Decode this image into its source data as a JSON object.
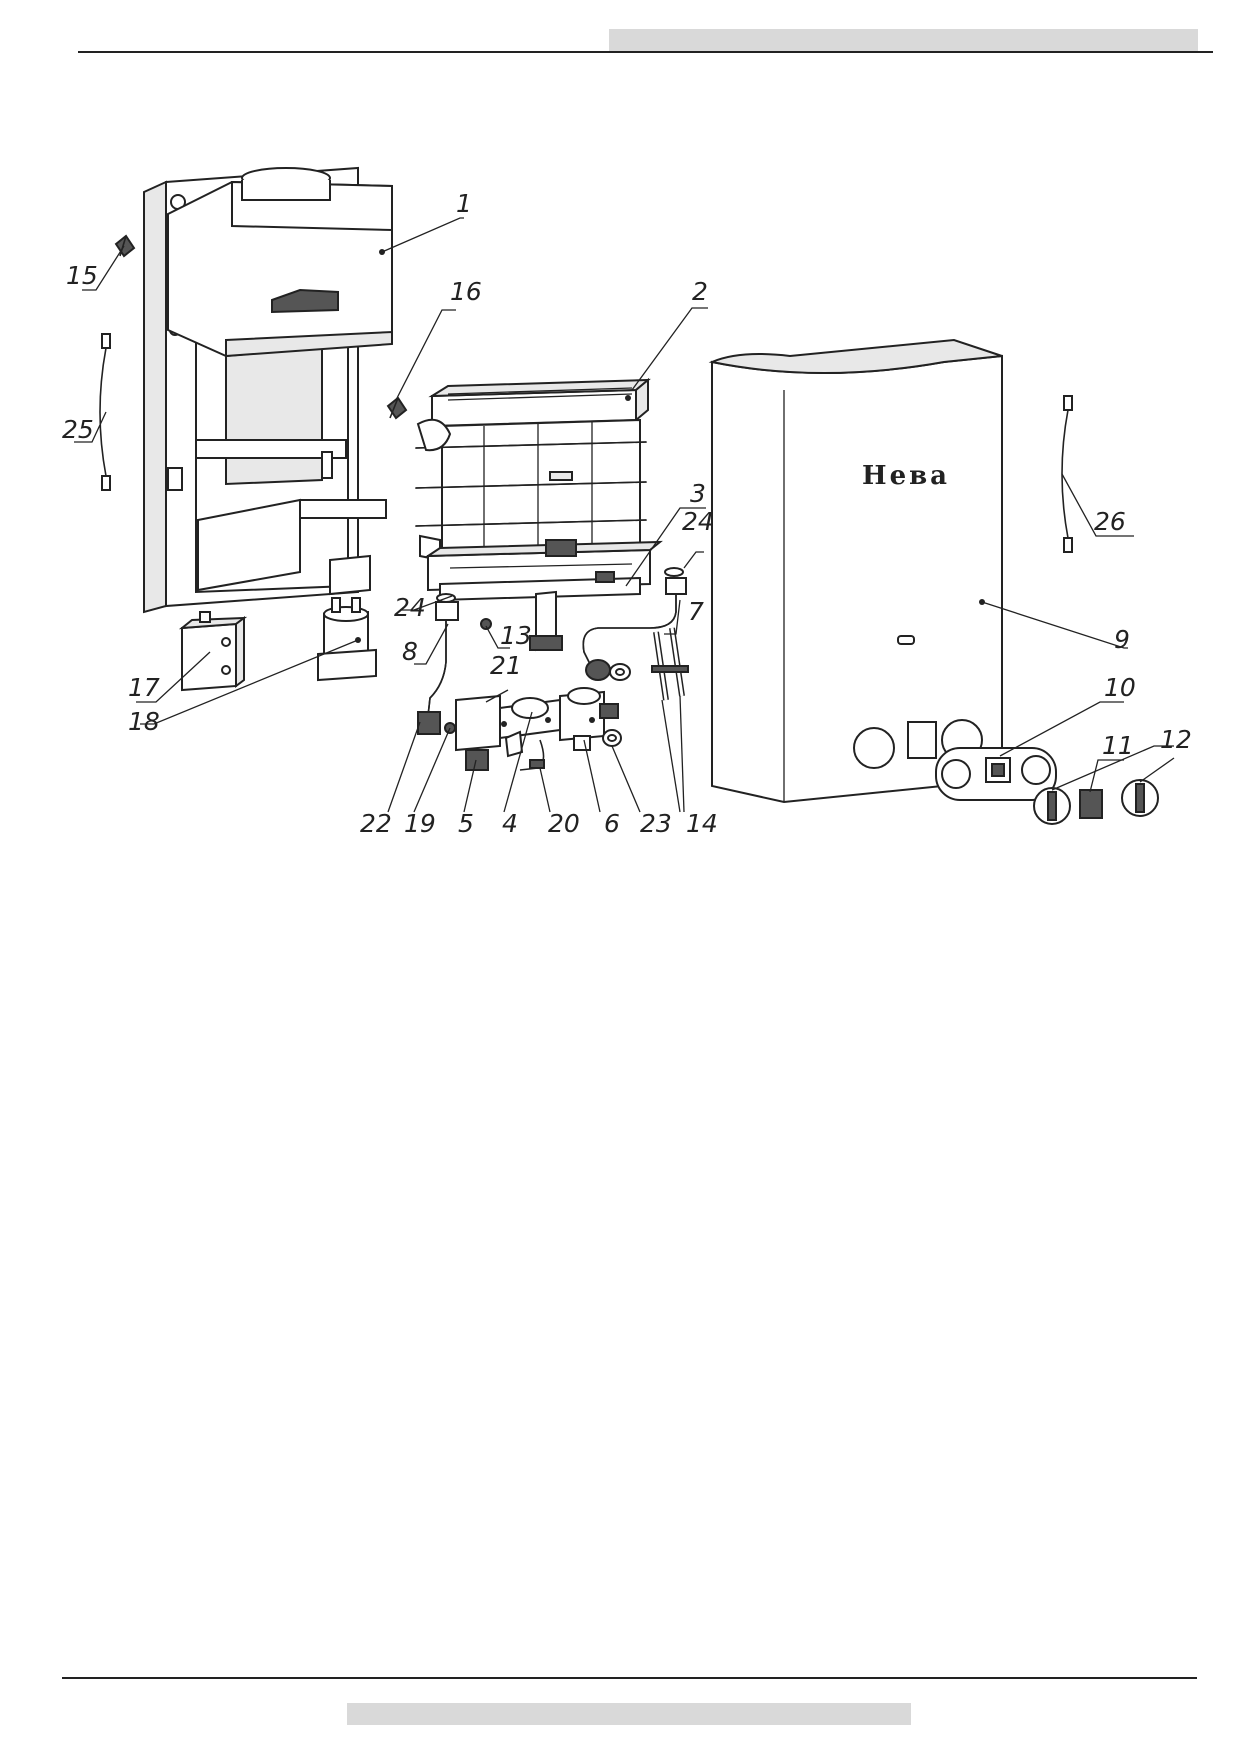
{
  "brand_label": "Нева",
  "callouts": [
    {
      "id": "c1",
      "text": "1"
    },
    {
      "id": "c2",
      "text": "2"
    },
    {
      "id": "c3",
      "text": "3"
    },
    {
      "id": "c4",
      "text": "4"
    },
    {
      "id": "c5",
      "text": "5"
    },
    {
      "id": "c6",
      "text": "6"
    },
    {
      "id": "c7",
      "text": "7"
    },
    {
      "id": "c8",
      "text": "8"
    },
    {
      "id": "c9",
      "text": "9"
    },
    {
      "id": "c10",
      "text": "10"
    },
    {
      "id": "c11",
      "text": "11"
    },
    {
      "id": "c12",
      "text": "12"
    },
    {
      "id": "c13",
      "text": "13"
    },
    {
      "id": "c14",
      "text": "14"
    },
    {
      "id": "c15",
      "text": "15"
    },
    {
      "id": "c16",
      "text": "16"
    },
    {
      "id": "c17",
      "text": "17"
    },
    {
      "id": "c18",
      "text": "18"
    },
    {
      "id": "c19",
      "text": "19"
    },
    {
      "id": "c20",
      "text": "20"
    },
    {
      "id": "c21",
      "text": "21"
    },
    {
      "id": "c22",
      "text": "22"
    },
    {
      "id": "c23",
      "text": "23"
    },
    {
      "id": "c24a",
      "text": "24"
    },
    {
      "id": "c24b",
      "text": "24"
    },
    {
      "id": "c25",
      "text": "25"
    },
    {
      "id": "c26",
      "text": "26"
    }
  ]
}
